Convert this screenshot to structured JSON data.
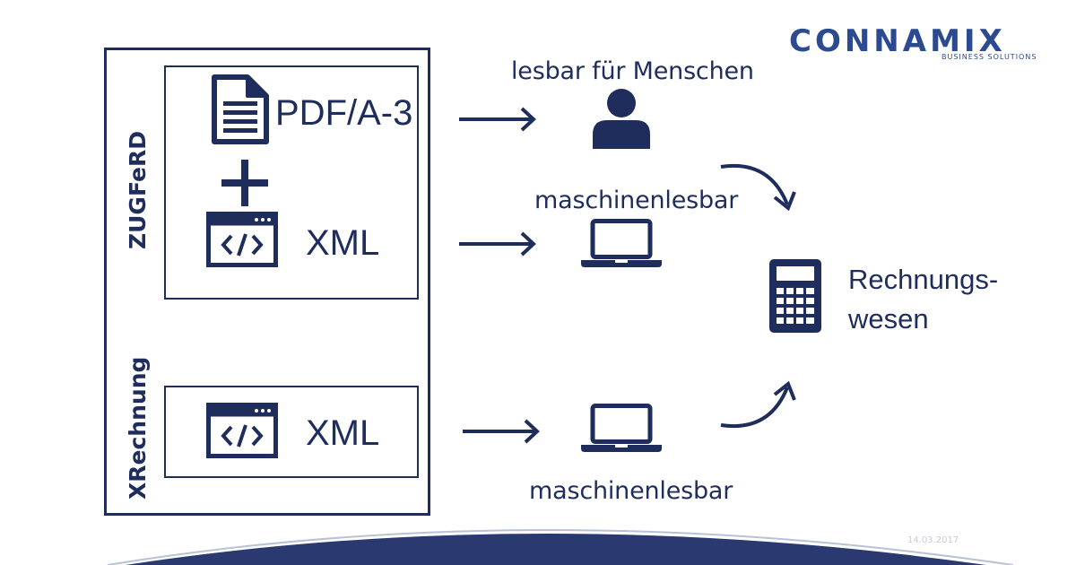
{
  "brand": {
    "name": "CONNAMIX",
    "tagline": "BUSINESS SOLUTIONS"
  },
  "groups": {
    "zugferd": {
      "label": "ZUGFeRD",
      "pdf_label": "PDF/A-3",
      "xml_label": "XML"
    },
    "xrechnung": {
      "label": "XRechnung",
      "xml_label": "XML"
    }
  },
  "outputs": {
    "human": "lesbar für Menschen",
    "machine_1": "maschinenlesbar",
    "machine_2": "maschinenlesbar"
  },
  "target": {
    "line1": "Rechnungs-",
    "line2": "wesen"
  },
  "footer": {
    "date": "14.03.2017"
  },
  "colors": {
    "primary": "#1f2d5c",
    "footer_band": "#2a3a70",
    "brand_blue": "#2b5aa6"
  }
}
